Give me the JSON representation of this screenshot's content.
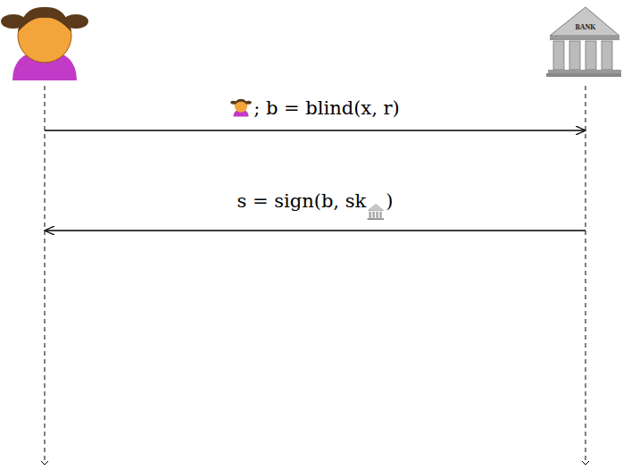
{
  "diagram": {
    "labels": [
      "BANK",
      "; b = blind(x, r)",
      "s = sign(b, sk",
      ")"
    ]
  }
}
